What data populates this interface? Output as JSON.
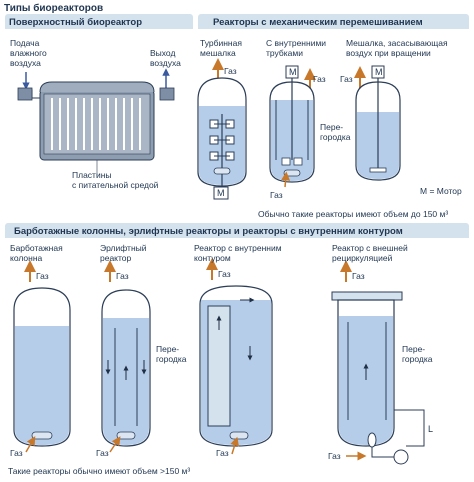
{
  "header": {
    "title": "Типы биореакторов"
  },
  "panels": {
    "surface": {
      "title": "Поверхностный биореактор"
    },
    "mechanical": {
      "title": "Реакторы с механическим перемешиванием"
    },
    "bubble": {
      "title": "Барботажные колонны, эрлифтные реакторы и реакторы с внутренним контуром"
    }
  },
  "surface_reactor": {
    "inlet_label": [
      "Подача",
      "влажного",
      "воздуха"
    ],
    "outlet_label": [
      "Выход",
      "воздуха"
    ],
    "plates_label": [
      "Пластины",
      "с питательной средой"
    ]
  },
  "mechanical_reactors": {
    "items": [
      {
        "label": [
          "Турбинная",
          "мешалка"
        ]
      },
      {
        "label": [
          "С внутренними",
          "трубками"
        ]
      },
      {
        "label": [
          "Мешалка, засасывающая",
          "воздух при вращении"
        ]
      }
    ],
    "gas": "Газ",
    "motor_letter": "M",
    "baffle": [
      "Пере-",
      "городка"
    ],
    "legend": "М = Мотор",
    "volume_note": "Обычно такие реакторы имеют объем до 150 м³"
  },
  "bubble_reactors": {
    "items": [
      {
        "label": [
          "Барботажная",
          "колонна"
        ]
      },
      {
        "label": [
          "Эрлифтный",
          "реактор"
        ]
      },
      {
        "label": [
          "Реактор с внутренним",
          "контуром"
        ]
      },
      {
        "label": [
          "Реактор с внешней",
          "рециркуляцией"
        ]
      }
    ],
    "gas": "Газ",
    "baffle": [
      "Пере-",
      "городка"
    ],
    "loop_letter": "L",
    "volume_note": "Такие реакторы обычно имеют объем >150 м³"
  },
  "colors": {
    "panel": "#d4e2ee",
    "liquid": "#b6cdea",
    "vessel": "#ffffff",
    "outline": "#2c3e57",
    "arrow": "#c8782a",
    "blue_arrow": "#3a5aa0"
  }
}
